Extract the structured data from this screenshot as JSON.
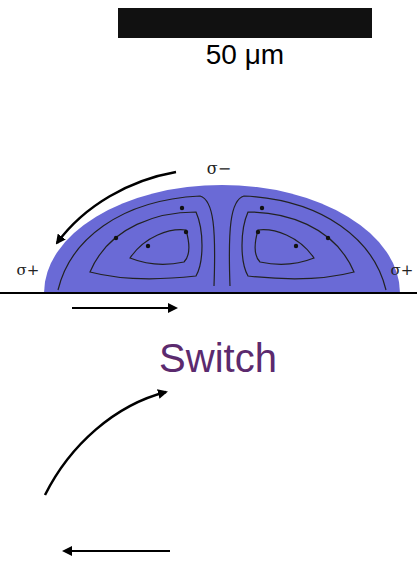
{
  "diagram": {
    "labels": [
      "50 μm",
      "σ−",
      "σ+",
      "σ+",
      "Switch"
    ]
  }
}
